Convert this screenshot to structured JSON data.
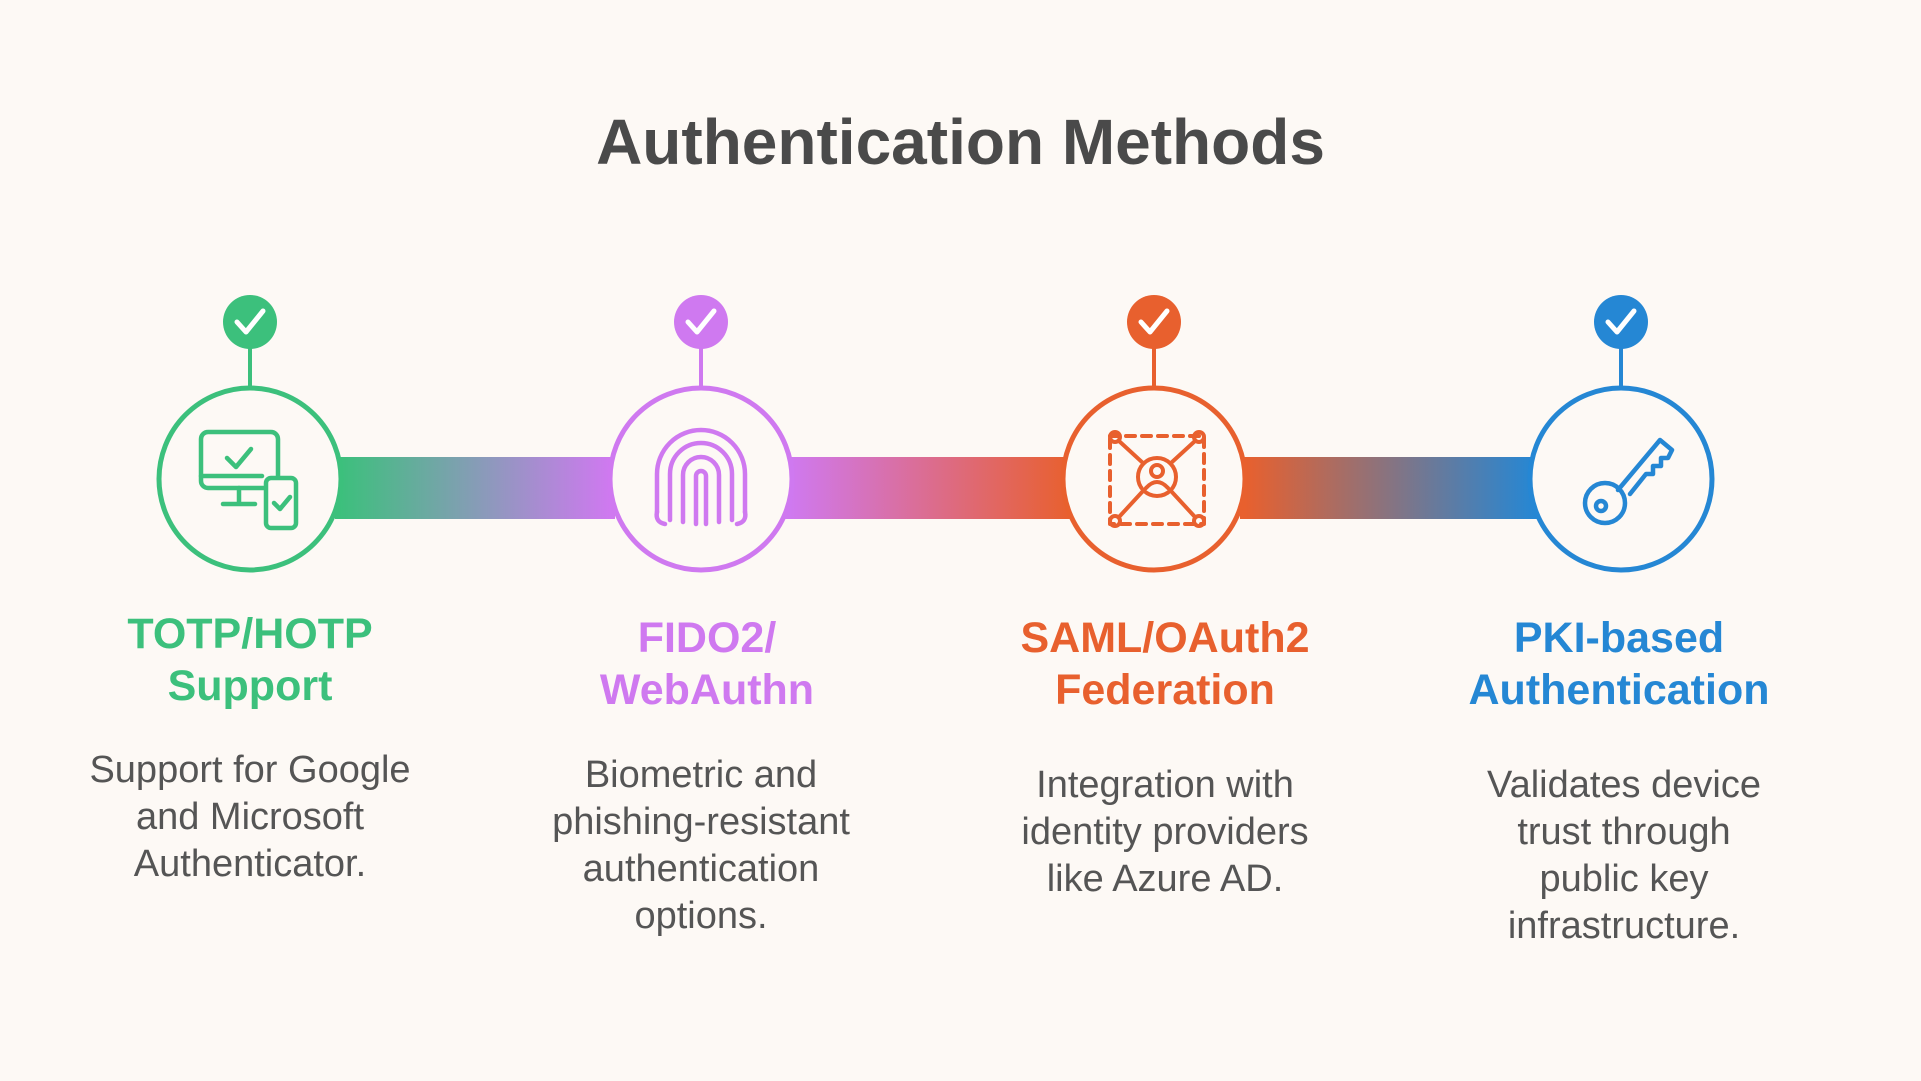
{
  "title": "Authentication Methods",
  "colors": {
    "background": "#fdf9f5",
    "title": "#4a4a4a",
    "description": "#555555"
  },
  "steps": [
    {
      "title_line1": "TOTP/HOTP",
      "title_line2": "Support",
      "description_lines": [
        "Support for Google",
        "and Microsoft",
        "Authenticator."
      ],
      "color": "#3cc07c",
      "icon": "monitor-phone-check-icon"
    },
    {
      "title_line1": "FIDO2/",
      "title_line2": "WebAuthn",
      "description_lines": [
        "Biometric and",
        "phishing-resistant",
        "authentication",
        "options."
      ],
      "color": "#cf79f0",
      "icon": "fingerprint-icon"
    },
    {
      "title_line1": "SAML/OAuth2",
      "title_line2": "Federation",
      "description_lines": [
        "Integration with",
        "identity providers",
        "like Azure AD."
      ],
      "color": "#e8602e",
      "icon": "federated-identity-icon"
    },
    {
      "title_line1": "PKI-based",
      "title_line2": "Authentication",
      "description_lines": [
        "Validates device",
        "trust through",
        "public key",
        "infrastructure."
      ],
      "color": "#2587d4",
      "icon": "key-icon"
    }
  ]
}
